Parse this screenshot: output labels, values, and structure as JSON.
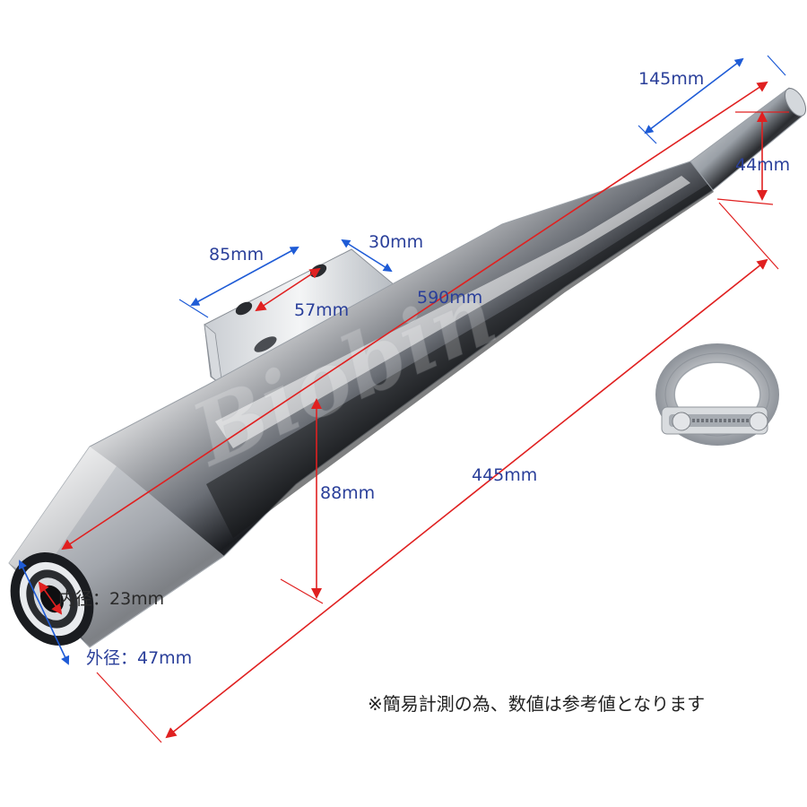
{
  "watermark": "Biobin",
  "dimensions": {
    "overall_length": "590mm",
    "body_length": "445mm",
    "tip_length": "145mm",
    "tip_diameter": "44mm",
    "body_diameter": "88mm",
    "bracket_length": "85mm",
    "bracket_width": "30mm",
    "hole_spacing": "57mm",
    "inner_diameter": "内径：23mm",
    "outer_diameter": "外径：47mm"
  },
  "note": "※簡易計測の為、数値は参考値となります",
  "colors": {
    "dimension_blue": "#1e5bd6",
    "dimension_red": "#e02020",
    "label_blue": "#2a3f9a"
  }
}
